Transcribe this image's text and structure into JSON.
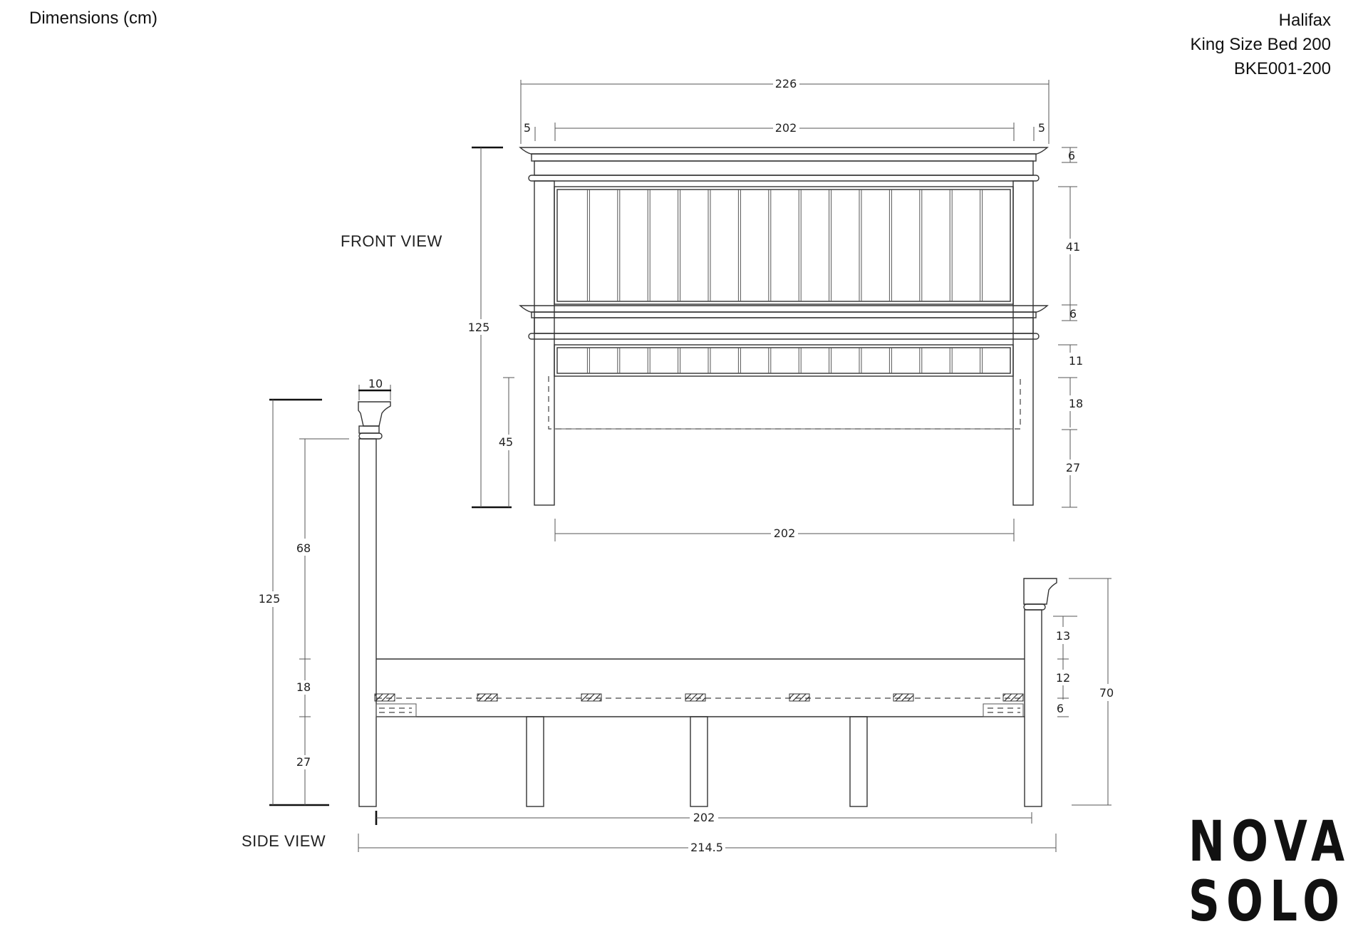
{
  "header": {
    "left_title": "Dimensions (cm)",
    "collection": "Halifax",
    "product": "King Size Bed 200",
    "sku": "BKE001-200"
  },
  "views": {
    "front_label": "FRONT VIEW",
    "side_label": "SIDE VIEW"
  },
  "front_dims": {
    "overall_width": "226",
    "inner_width_top": "202",
    "left_overhang": "5",
    "right_overhang": "5",
    "overall_height": "125",
    "floor_to_rail": "45",
    "cornice_top": "6",
    "panel_height": "41",
    "cornice_mid": "6",
    "lower_panel": "11",
    "rail_height": "18",
    "leg_height": "27",
    "inner_width_bottom": "202"
  },
  "side_dims": {
    "post_width": "10",
    "headboard_height": "125",
    "post_upper": "68",
    "rail": "18",
    "leg": "27",
    "footboard_height": "70",
    "foot_top": "13",
    "foot_mid": "12",
    "foot_rail": "6",
    "inner_length": "202",
    "overall_length": "214.5"
  },
  "logo": {
    "line1": "NOVA",
    "line2": "SOLO"
  }
}
